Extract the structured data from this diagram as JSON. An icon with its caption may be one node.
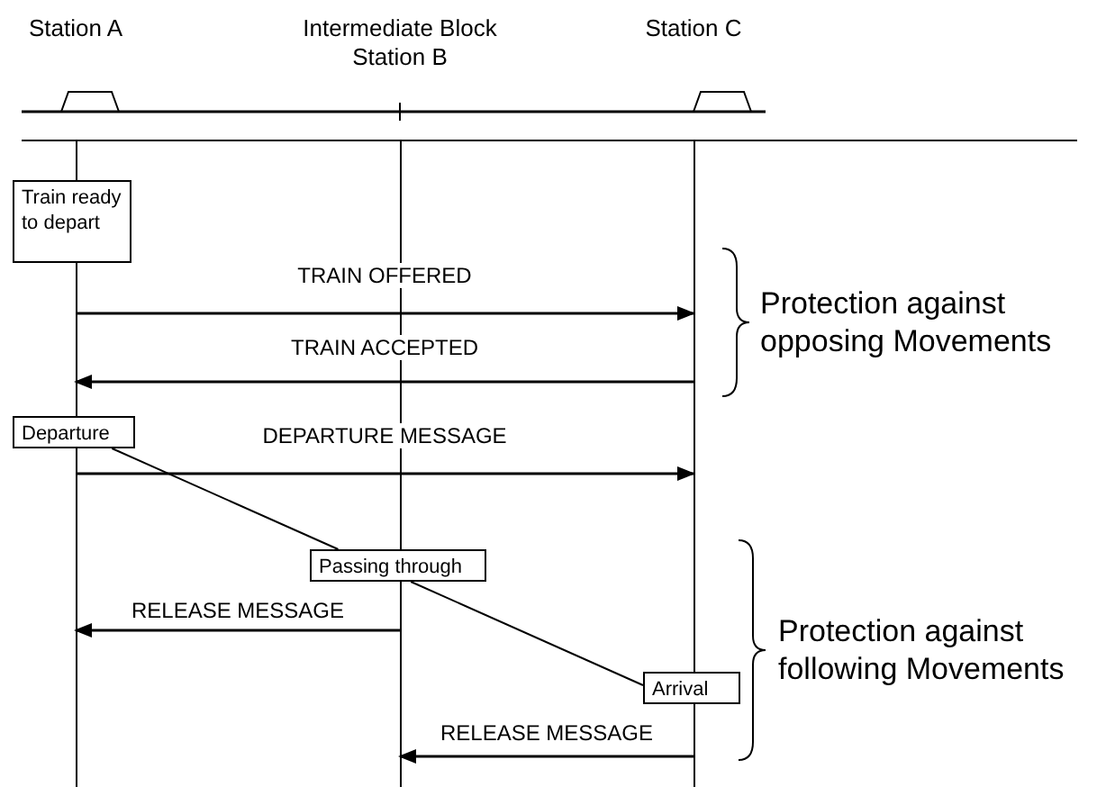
{
  "diagram": {
    "nodes": [
      {
        "text": [
          "Station A"
        ]
      },
      {
        "text": [
          "Intermediate Block Station B"
        ]
      },
      {
        "text": [
          "Station C"
        ]
      },
      {
        "text": [
          "Train ready to depart"
        ]
      },
      {
        "text": [
          "Departure"
        ]
      },
      {
        "text": [
          "Passing through"
        ]
      },
      {
        "text": [
          "Arrival"
        ]
      }
    ],
    "edges": [
      {
        "from": 0,
        "to": 2,
        "arrow": "to",
        "label": "TRAIN OFFERED"
      },
      {
        "from": 2,
        "to": 0,
        "arrow": "to",
        "label": "TRAIN ACCEPTED"
      },
      {
        "from": 0,
        "to": 2,
        "arrow": "to",
        "label": "DEPARTURE MESSAGE"
      },
      {
        "from": 4,
        "to": 5,
        "arrow": "none"
      },
      {
        "from": 5,
        "to": 6,
        "arrow": "none"
      },
      {
        "from": 1,
        "to": 0,
        "arrow": "to",
        "label": "RELEASE MESSAGE"
      },
      {
        "from": 2,
        "to": 1,
        "arrow": "to",
        "label": "RELEASE MESSAGE"
      }
    ],
    "labels": [
      "Protection against opposing Movements",
      "Protection against following Movements"
    ]
  }
}
